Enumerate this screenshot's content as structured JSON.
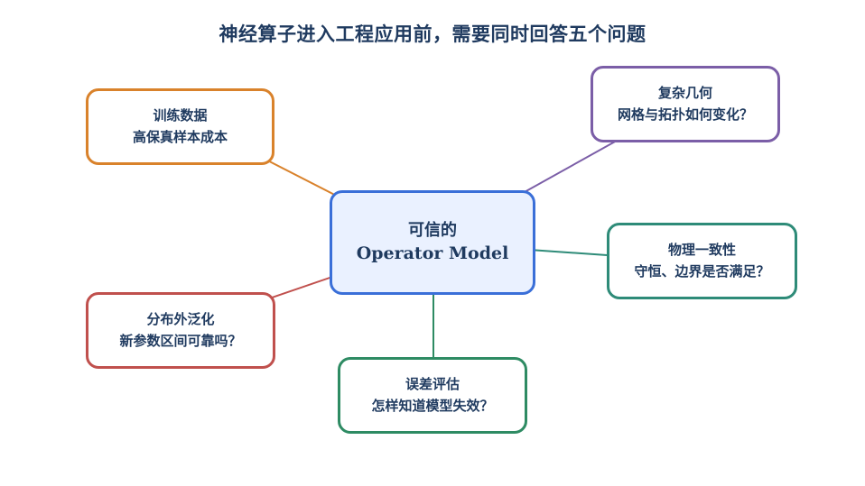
{
  "title": "神经算子进入工程应用前，需要同时回答五个问题",
  "center": {
    "line1": "可信的",
    "line2": "Operator Model"
  },
  "nodes": [
    {
      "id": "data",
      "line1": "训练数据",
      "line2": "高保真样本成本",
      "color": "#d9822b"
    },
    {
      "id": "geom",
      "line1": "复杂几何",
      "line2": "网格与拓扑如何变化？",
      "color": "#7b5ea7"
    },
    {
      "id": "physics",
      "line1": "物理一致性",
      "line2": "守恒、边界是否满足？",
      "color": "#2e8b78"
    },
    {
      "id": "ood",
      "line1": "分布外泛化",
      "line2": "新参数区间可靠吗？",
      "color": "#c0504d"
    },
    {
      "id": "error",
      "line1": "误差评估",
      "line2": "怎样知道模型失效？",
      "color": "#2e8b63"
    }
  ]
}
